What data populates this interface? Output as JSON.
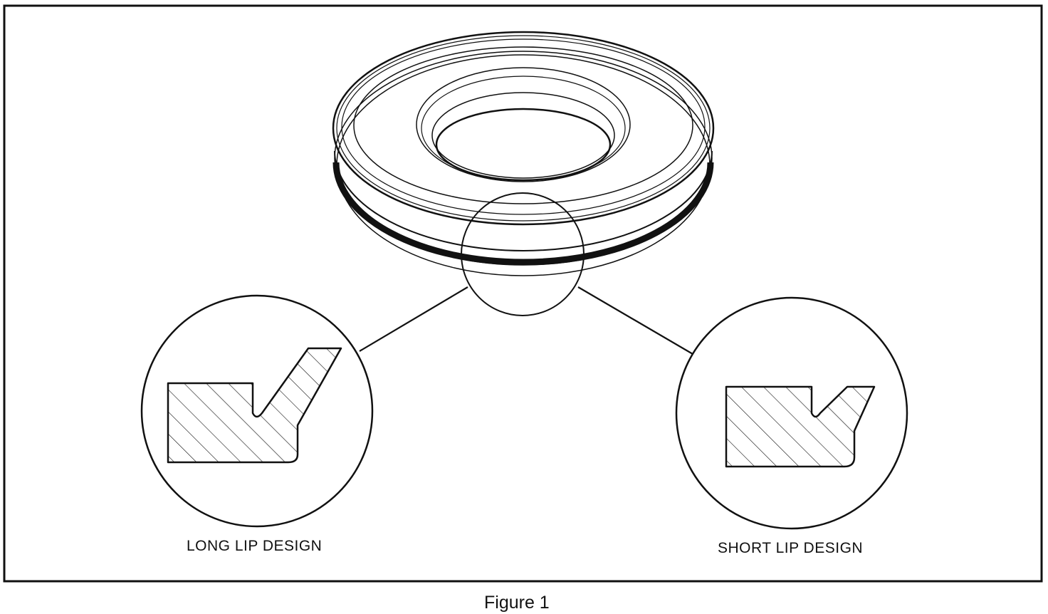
{
  "figure": {
    "caption": "Figure 1"
  },
  "details": {
    "long_lip_label": "LONG LIP DESIGN",
    "short_lip_label": "SHORT LIP DESIGN"
  },
  "colors": {
    "ink": "#111111",
    "paper": "#ffffff"
  }
}
